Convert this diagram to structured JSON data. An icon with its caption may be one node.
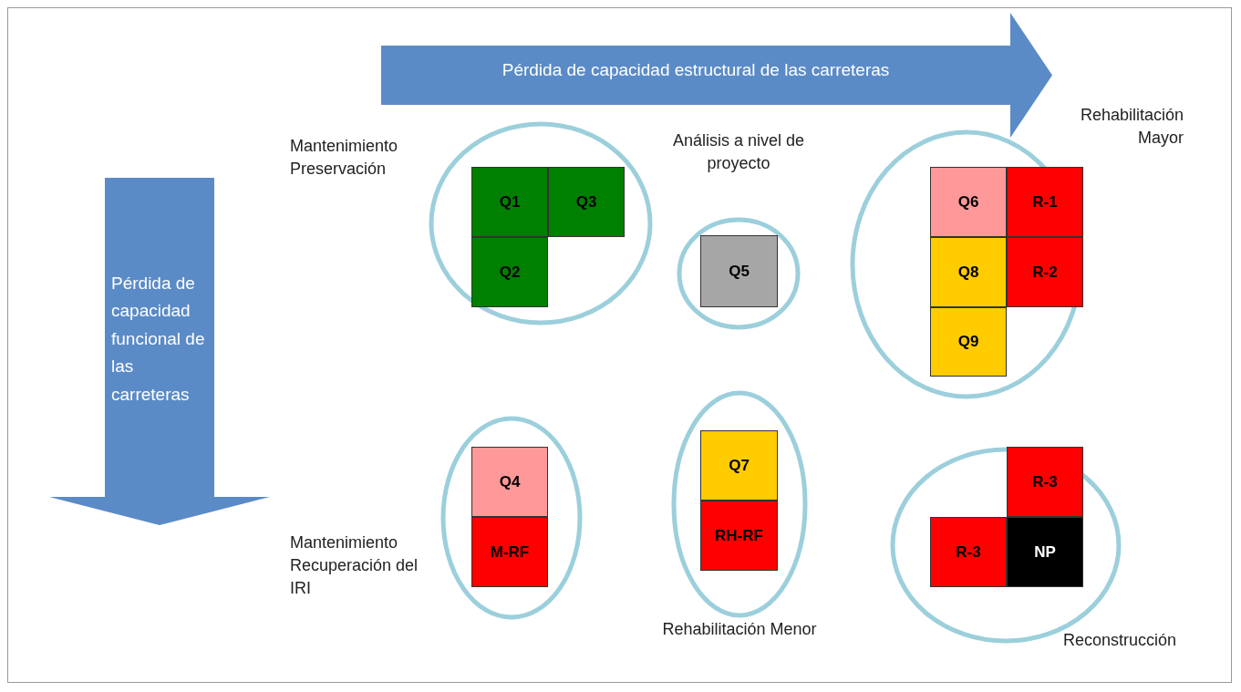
{
  "diagram": {
    "nodes": [
      {
        "text": [
          "Pérdida de capacidad estructural de las carreteras"
        ]
      },
      {
        "text": [
          "Pérdida de capacidad funcional de las carreteras"
        ]
      },
      {
        "text": [
          "Mantenimiento Preservación"
        ]
      },
      {
        "text": [
          "Q1"
        ],
        "in": 2
      },
      {
        "text": [
          "Q3"
        ],
        "in": 2
      },
      {
        "text": [
          "Q2"
        ],
        "in": 2
      },
      {
        "text": [
          "Análisis a nivel de proyecto"
        ]
      },
      {
        "text": [
          "Q5"
        ],
        "in": 6
      },
      {
        "text": [
          "Rehabilitación Mayor"
        ]
      },
      {
        "text": [
          "Q6"
        ],
        "in": 8
      },
      {
        "text": [
          "R-1"
        ],
        "in": 8
      },
      {
        "text": [
          "Q8"
        ],
        "in": 8
      },
      {
        "text": [
          "R-2"
        ],
        "in": 8
      },
      {
        "text": [
          "Q9"
        ],
        "in": 8
      },
      {
        "text": [
          "Mantenimiento Recuperación del IRI"
        ]
      },
      {
        "text": [
          "Q4"
        ],
        "in": 14
      },
      {
        "text": [
          "M-RF"
        ],
        "in": 14
      },
      {
        "text": [
          "Rehabilitación Menor"
        ]
      },
      {
        "text": [
          "Q7"
        ],
        "in": 17
      },
      {
        "text": [
          "RH-RF"
        ],
        "in": 17
      },
      {
        "text": [
          "Reconstrucción"
        ]
      },
      {
        "text": [
          "R-3"
        ],
        "in": 20
      },
      {
        "text": [
          "R-3"
        ],
        "in": 20
      },
      {
        "text": [
          "NP"
        ],
        "in": 20
      }
    ],
    "edges": []
  }
}
